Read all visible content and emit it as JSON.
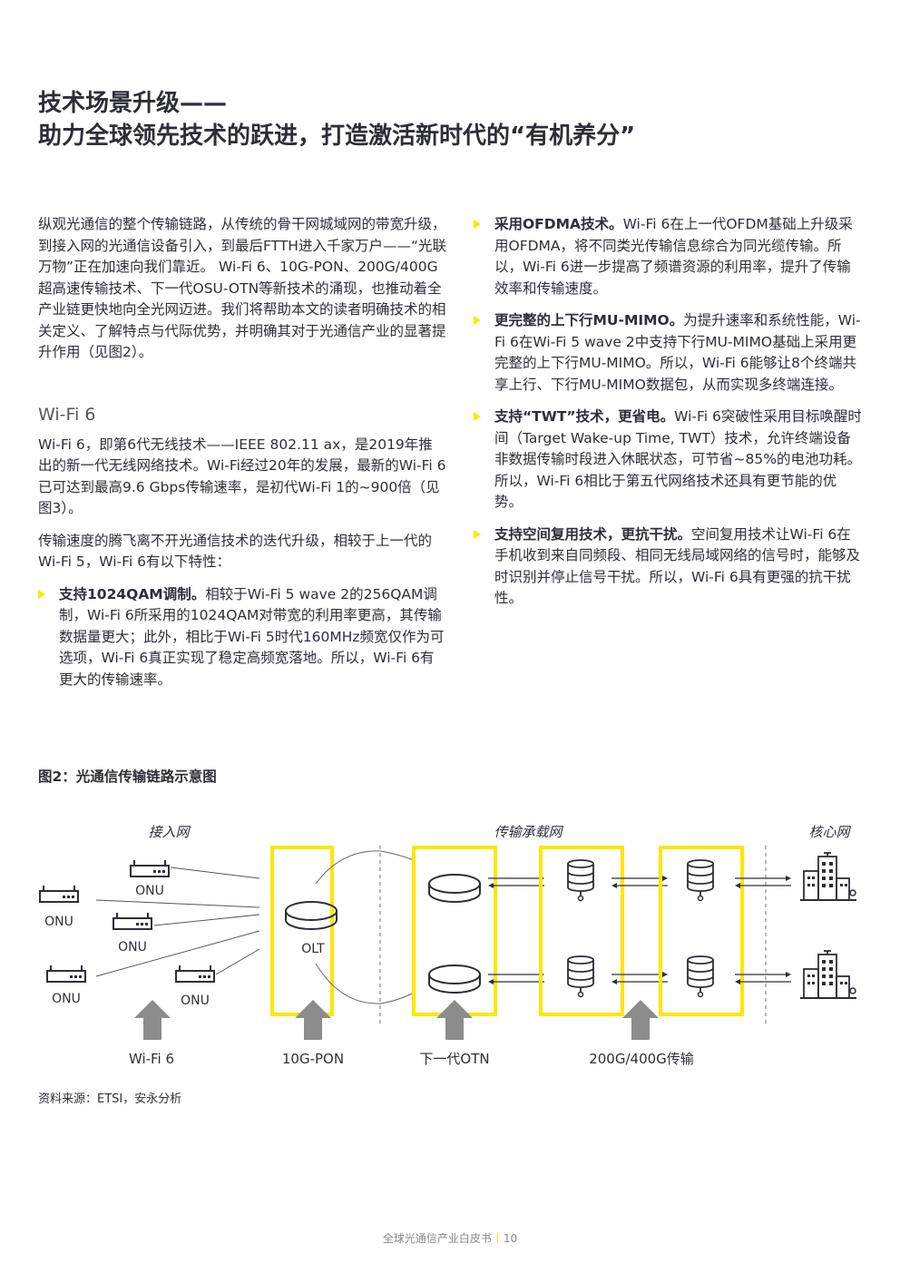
{
  "title": {
    "line1": "技术场景升级——",
    "line2": "助力全球领先技术的跃进，打造激活新时代的“有机养分”"
  },
  "left": {
    "intro": "纵观光通信的整个传输链路，从传统的骨干网城域网的带宽升级，到接入网的光通信设备引入，到最后FTTH进入千家万户——“光联万物”正在加速向我们靠近。 Wi-Fi 6、10G-PON、200G/400G 超高速传输技术、下一代OSU-OTN等新技术的涌现，也推动着全产业链更快地向全光网迈进。我们将帮助本文的读者明确技术的相关定义、了解特点与代际优势，并明确其对于光通信产业的显著提升作用（见图2）。",
    "subhead": "Wi-Fi 6",
    "p1": "Wi-Fi 6，即第6代无线技术——IEEE 802.11 ax，是2019年推出的新一代无线网络技术。Wi-Fi经过20年的发展，最新的Wi-Fi 6已可达到最高9.6 Gbps传输速率，是初代Wi-Fi 1的~900倍（见图3）。",
    "p2": "传输速度的腾飞离不开光通信技术的迭代升级，相较于上一代的Wi-Fi 5，Wi-Fi 6有以下特性：",
    "bullet1_bold": "支持1024QAM调制。",
    "bullet1_text": "相较于Wi-Fi 5 wave 2的256QAM调制，Wi-Fi 6所采用的1024QAM对带宽的利用率更高，其传输数据量更大；此外，相比于Wi-Fi 5时代160MHz频宽仅作为可选项，Wi-Fi 6真正实现了稳定高频宽落地。所以，Wi-Fi 6有更大的传输速率。"
  },
  "right": {
    "bullets": [
      {
        "bold": "采用OFDMA技术。",
        "text": "Wi-Fi 6在上一代OFDM基础上升级采用OFDMA，将不同类光传输信息综合为同光缆传输。所以，Wi-Fi 6进一步提高了频谱资源的利用率，提升了传输效率和传输速度。"
      },
      {
        "bold": "更完整的上下行MU-MIMO。",
        "text": "为提升速率和系统性能，Wi-Fi 6在Wi-Fi 5 wave 2中支持下行MU-MIMO基础上采用更完整的上下行MU-MIMO。所以，Wi-Fi 6能够让8个终端共享上行、下行MU-MIMO数据包，从而实现多终端连接。"
      },
      {
        "bold": "支持“TWT”技术，更省电。",
        "text": "Wi-Fi 6突破性采用目标唤醒时间（Target Wake-up Time, TWT）技术，允许终端设备非数据传输时段进入休眠状态，可节省~85%的电池功耗。所以，Wi-Fi 6相比于第五代网络技术还具有更节能的优势。"
      },
      {
        "bold": "支持空间复用技术，更抗干扰。",
        "text": "空间复用技术让Wi-Fi 6在手机收到来自同频段、相同无线局域网络的信号时，能够及时识别并停止信号干扰。所以，Wi-Fi 6具有更强的抗干扰性。"
      }
    ]
  },
  "figure": {
    "caption": "图2：光通信传输链路示意图",
    "region_access": "接入网",
    "region_transport": "传输承载网",
    "region_core": "核心网",
    "onu": "ONU",
    "olt": "OLT",
    "label_wifi6": "Wi-Fi 6",
    "label_10gpon": "10G-PON",
    "label_otn": "下一代OTN",
    "label_200g": "200G/400G传输",
    "accent_color": "#ffe600",
    "arrow_color": "#8c8c8c"
  },
  "source": "资料来源：ETSI，安永分析",
  "footer": {
    "title": "全球光通信产业白皮书",
    "page": "10"
  }
}
